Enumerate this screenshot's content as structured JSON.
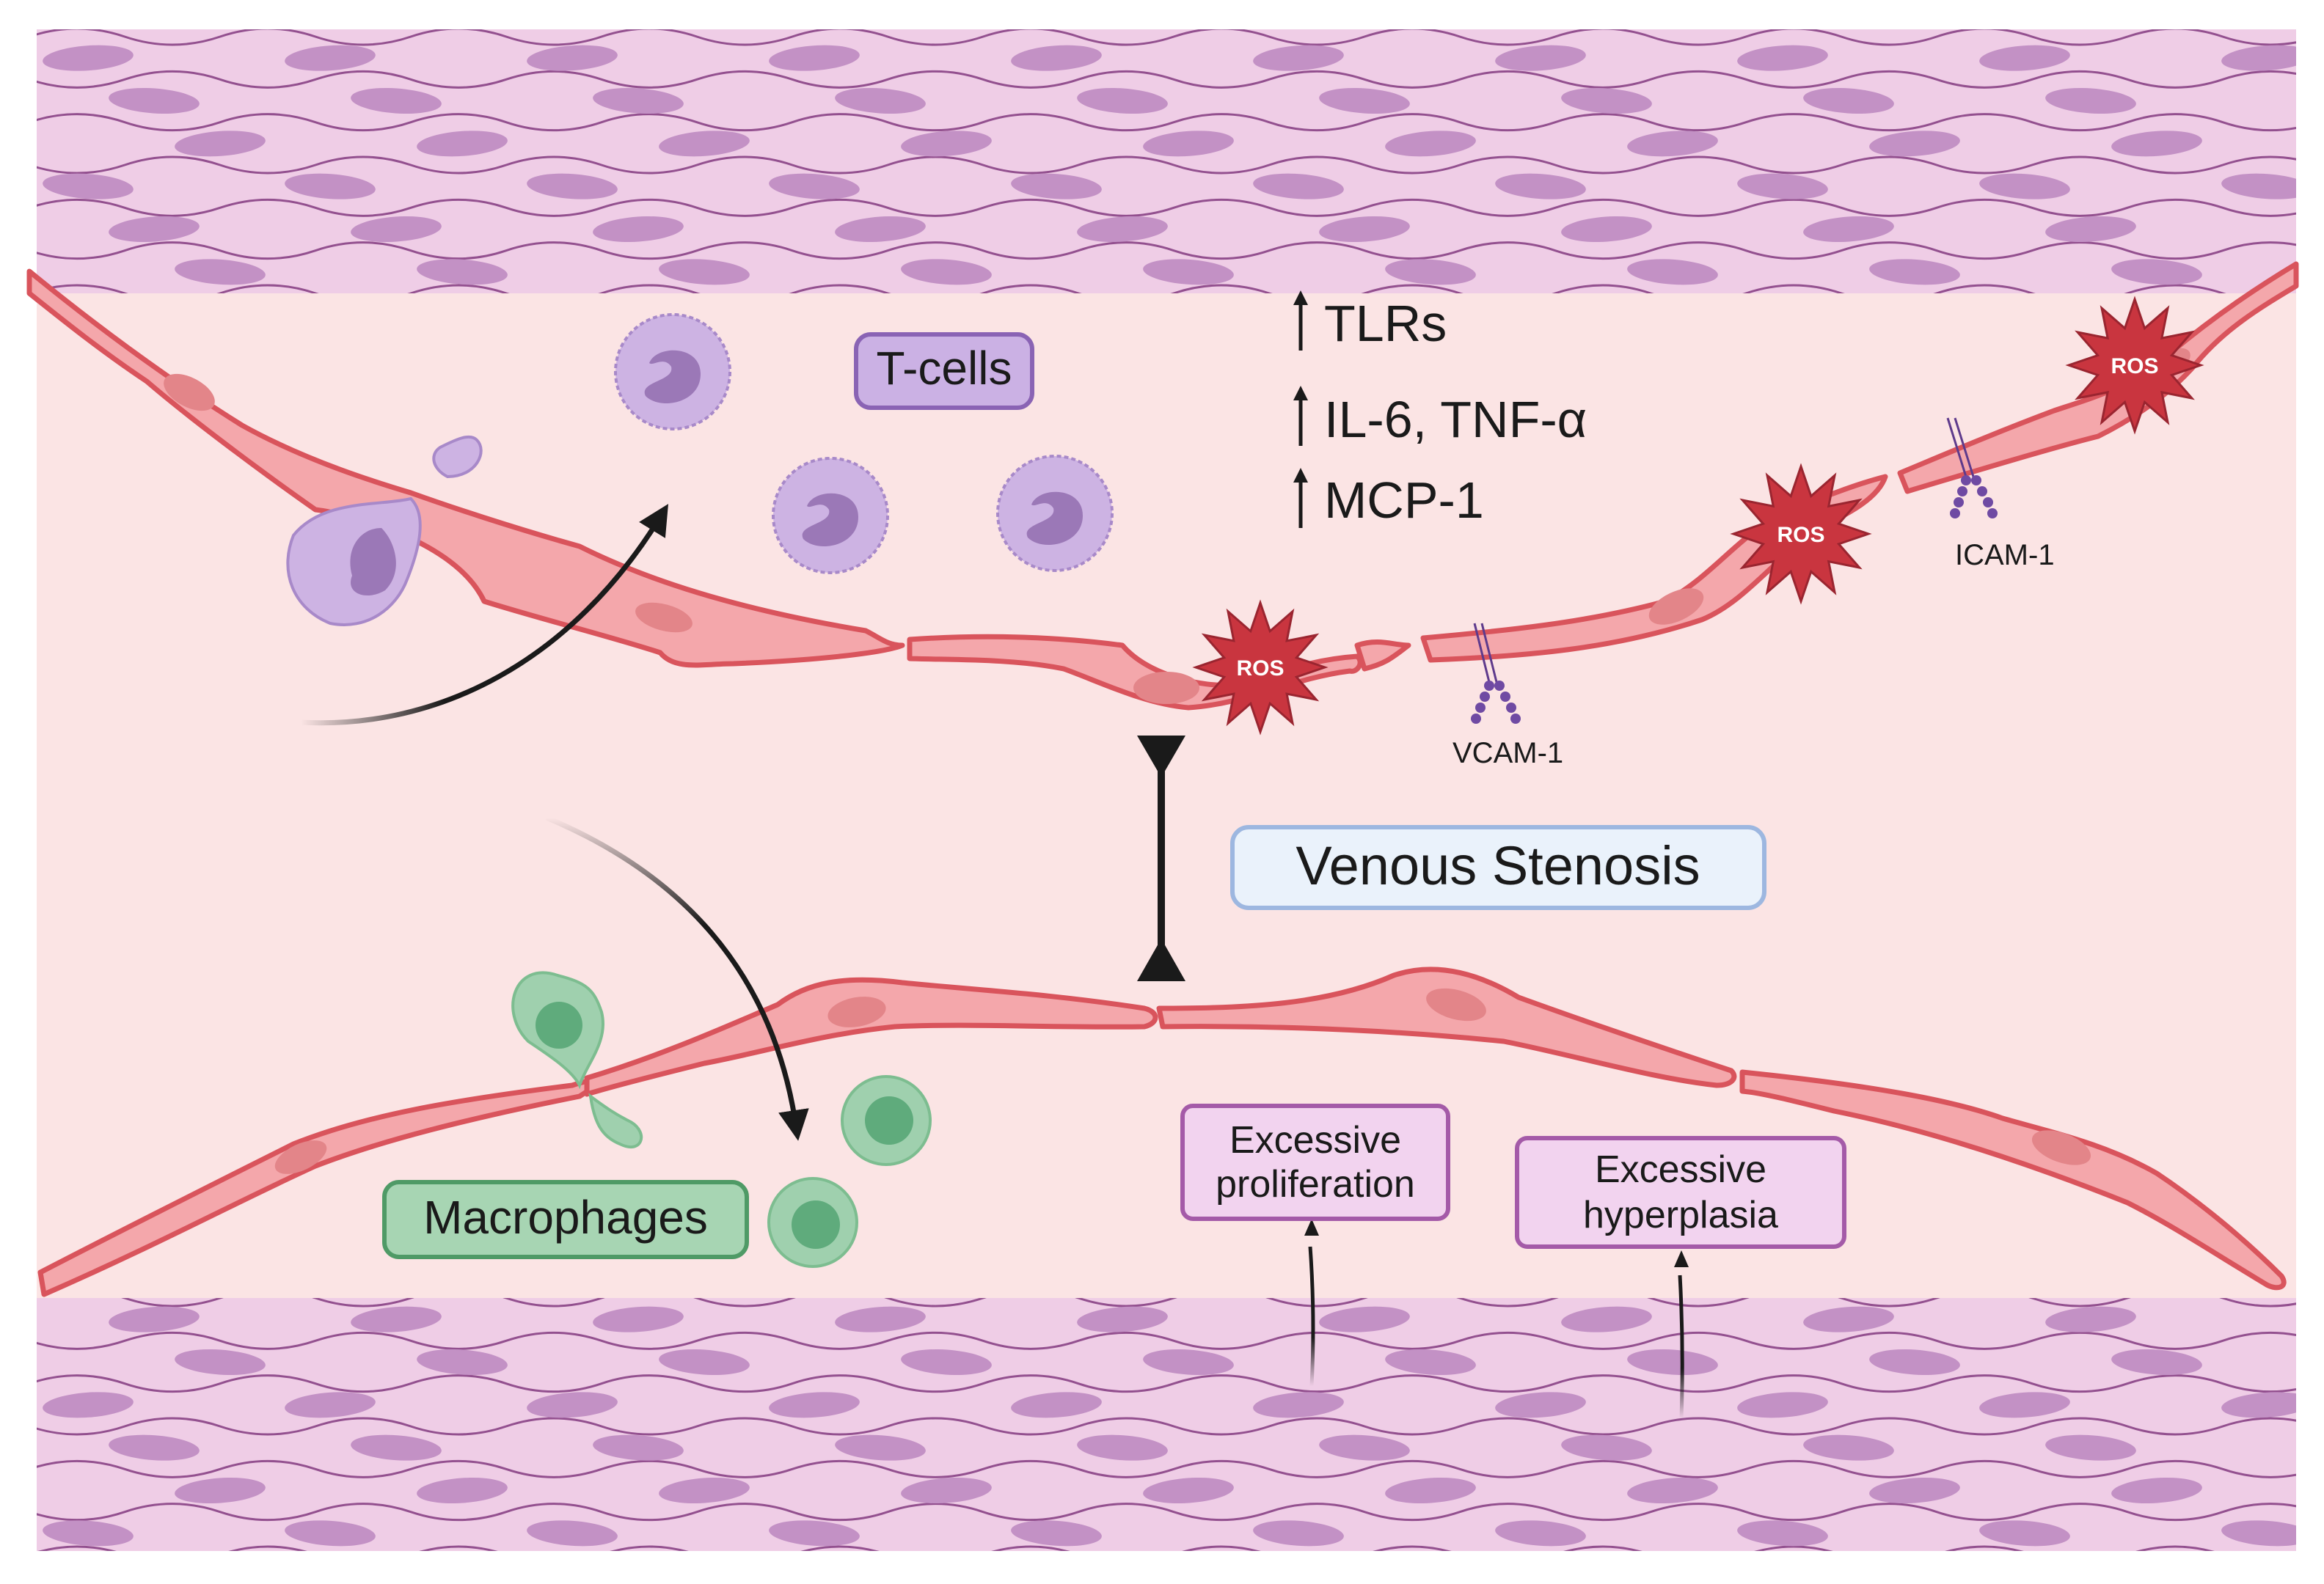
{
  "labels": {
    "tcells": "T-cells",
    "macrophages": "Macrophages",
    "venous_stenosis": "Venous Stenosis",
    "tlrs": "TLRs",
    "il6": "IL-6, TNF-α",
    "mcp1": "MCP-1",
    "ros": "ROS",
    "vcam": "VCAM-1",
    "icam": "ICAM-1",
    "prolif_line1": "Excessive",
    "prolif_line2": "proliferation",
    "hyper_line1": "Excessive",
    "hyper_line2": "hyperplasia"
  },
  "colors": {
    "smooth_muscle_bg": "#efcde6",
    "smooth_muscle_line": "#93508f",
    "smooth_muscle_nucleus": "#c391c5",
    "lumen": "#fbe4e4",
    "endothelium_fill": "#f4a7ab",
    "endothelium_stroke": "#d9545c",
    "tcell": "#cdb3e3",
    "tcell_nucleus": "#9b78b7",
    "macrophage": "#9fd0ae",
    "macrophage_nucleus": "#5fab7c",
    "ros": "#c9353f",
    "label_tcell_bg": "#cbb1e4",
    "label_macro_bg": "#a7d5b3",
    "label_stenosis_bg": "#eaf2fb",
    "label_box_bg": "#f2d3ef",
    "arrow": "#1a1a1a"
  }
}
